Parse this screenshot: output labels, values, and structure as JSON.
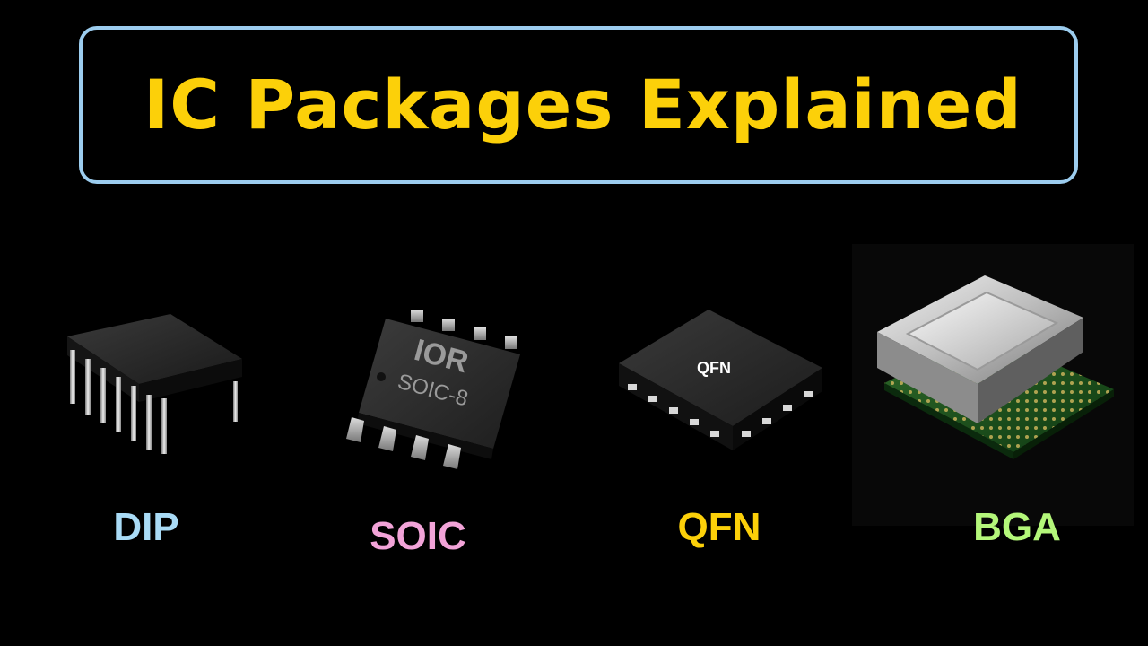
{
  "title": "IC Packages Explained",
  "colors": {
    "title": "#fcd009",
    "frame": "#9ccdef",
    "background": "#000000"
  },
  "packages": [
    {
      "label": "DIP",
      "color": "#a9dbf6",
      "icon": "dip-chip-icon"
    },
    {
      "label": "SOIC",
      "color": "#f2a3d8",
      "icon": "soic-chip-icon",
      "marking_logo": "IOR",
      "marking_text": "SOIC-8"
    },
    {
      "label": "QFN",
      "color": "#fcd009",
      "icon": "qfn-chip-icon",
      "marking_text": "QFN"
    },
    {
      "label": "BGA",
      "color": "#b4f77a",
      "icon": "bga-chip-icon"
    }
  ]
}
